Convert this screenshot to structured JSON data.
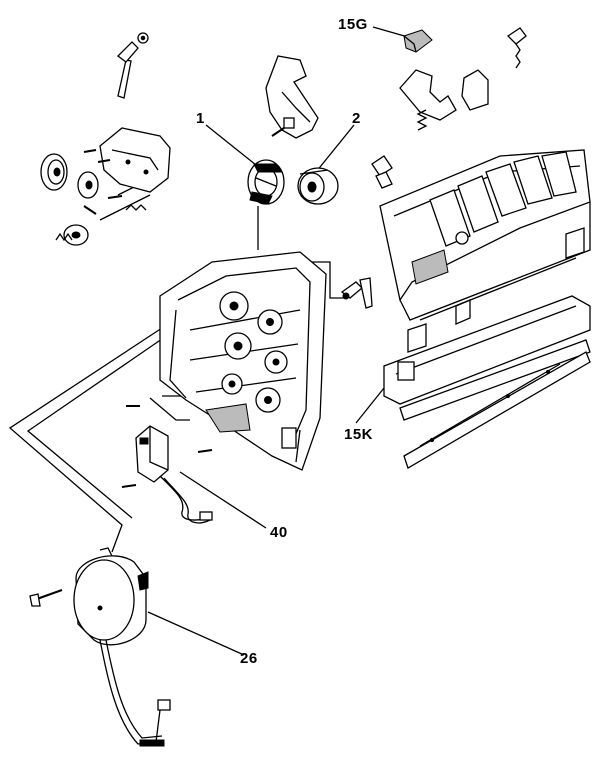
{
  "callouts": {
    "label_15g": "15G",
    "label_1": "1",
    "label_2": "2",
    "label_15k": "15K",
    "label_40": "40",
    "label_26": "26"
  }
}
